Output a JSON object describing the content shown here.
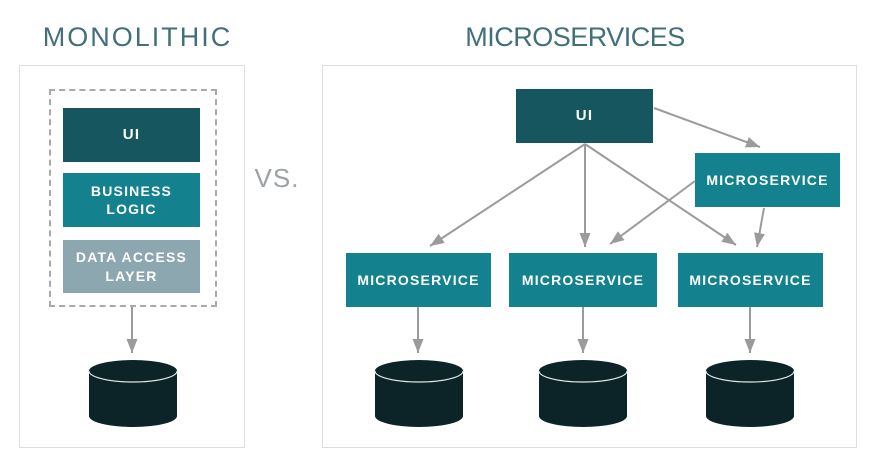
{
  "colors": {
    "dark-teal": "#15565f",
    "teal": "#13818e",
    "slate": "#8ca7af",
    "cylinder": "#0c2327",
    "cylinder-rim": "#dfe5e5",
    "arrow": "#9b9b9b",
    "panel-border": "#dedede",
    "dashed-border": "#a9a9a9",
    "title": "#41707a",
    "vs": "#9ba1a4",
    "label-text": "#ffffff"
  },
  "vs_label": "VS.",
  "monolithic": {
    "title": "MONOLITHIC",
    "layers": [
      {
        "label": "UI",
        "color": "dark-teal"
      },
      {
        "label": "BUSINESS\nLOGIC",
        "color": "teal"
      },
      {
        "label": "DATA ACCESS\nLAYER",
        "color": "slate"
      }
    ],
    "connections": [
      {
        "from": "monolith",
        "to": "database"
      }
    ]
  },
  "microservices": {
    "title": "MICROSERVICES",
    "ui_label": "UI",
    "gateway_label": "MICROSERVICE",
    "services": [
      {
        "label": "MICROSERVICE"
      },
      {
        "label": "MICROSERVICE"
      },
      {
        "label": "MICROSERVICE"
      }
    ],
    "connections": [
      {
        "from": "ui",
        "to": "microservice-gateway"
      },
      {
        "from": "ui",
        "to": "microservice-1"
      },
      {
        "from": "ui",
        "to": "microservice-2"
      },
      {
        "from": "ui",
        "to": "microservice-3"
      },
      {
        "from": "microservice-gateway",
        "to": "microservice-2"
      },
      {
        "from": "microservice-gateway",
        "to": "microservice-3"
      },
      {
        "from": "microservice-1",
        "to": "database-1"
      },
      {
        "from": "microservice-2",
        "to": "database-2"
      },
      {
        "from": "microservice-3",
        "to": "database-3"
      }
    ]
  },
  "icons": {
    "database": "database-cylinder-icon"
  }
}
